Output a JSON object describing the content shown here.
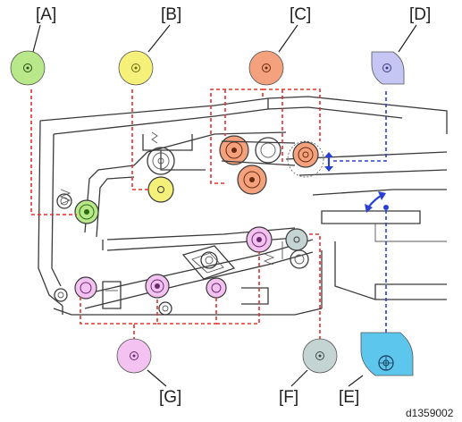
{
  "diagram": {
    "code": "d1359002",
    "colors": {
      "red_line": "#e8302a",
      "blue_line": "#2a3fd6",
      "A": "#b8e88a",
      "B": "#f5f07a",
      "C": "#f4a27e",
      "D": "#c6c6f4",
      "E": "#5cc6ec",
      "F": "#c4d4d2",
      "G": "#f4c2f0"
    },
    "components": [
      {
        "label": "[A]",
        "icon": "motor-icon",
        "color": "#b8e88a"
      },
      {
        "label": "[B]",
        "icon": "motor-icon",
        "color": "#f5f07a"
      },
      {
        "label": "[C]",
        "icon": "motor-icon",
        "color": "#f4a27e"
      },
      {
        "label": "[D]",
        "icon": "solenoid-icon",
        "color": "#c6c6f4"
      },
      {
        "label": "[E]",
        "icon": "motor-icon",
        "color": "#5cc6ec"
      },
      {
        "label": "[F]",
        "icon": "motor-icon",
        "color": "#c4d4d2"
      },
      {
        "label": "[G]",
        "icon": "motor-icon",
        "color": "#f4c2f0"
      }
    ]
  }
}
